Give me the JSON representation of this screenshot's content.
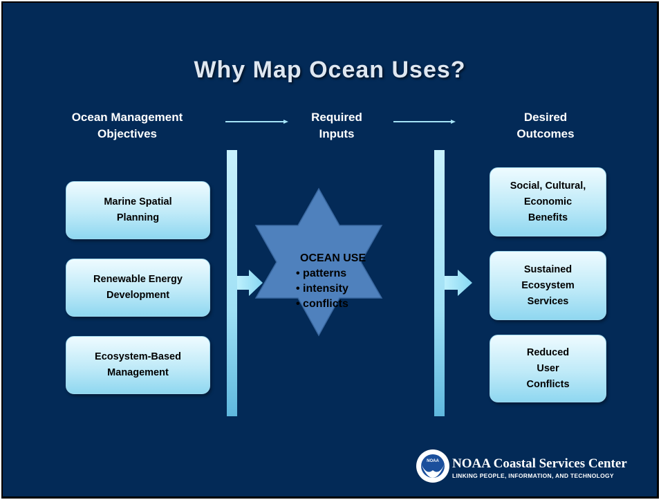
{
  "title": "Why Map Ocean Uses?",
  "columns": {
    "left": {
      "line1": "Ocean Management",
      "line2": "Objectives"
    },
    "middle": {
      "line1": "Required",
      "line2": "Inputs"
    },
    "right": {
      "line1": "Desired",
      "line2": "Outcomes"
    }
  },
  "objectives": [
    {
      "line1": "Marine Spatial",
      "line2": "Planning"
    },
    {
      "line1": "Renewable Energy",
      "line2": "Development"
    },
    {
      "line1": "Ecosystem-Based",
      "line2": "Management"
    }
  ],
  "ocean_use": {
    "heading": "OCEAN USE",
    "items": [
      "patterns",
      "intensity",
      "conflicts"
    ]
  },
  "outcomes": [
    {
      "line1": "Social, Cultural,",
      "line2": "Economic",
      "line3": "Benefits"
    },
    {
      "line1": "Sustained",
      "line2": "Ecosystem",
      "line3": "Services"
    },
    {
      "line1": "Reduced",
      "line2": "User",
      "line3": "Conflicts"
    }
  ],
  "logo": {
    "name": "NOAA Coastal Services Center",
    "tagline": "LINKING PEOPLE, INFORMATION, AND TECHNOLOGY",
    "emblem_text": "NOAA"
  },
  "colors": {
    "background": "#032a57",
    "box_fill": "#bfeaf8",
    "star_fill": "#4f81bd",
    "arrow": "#a6e4f7"
  }
}
